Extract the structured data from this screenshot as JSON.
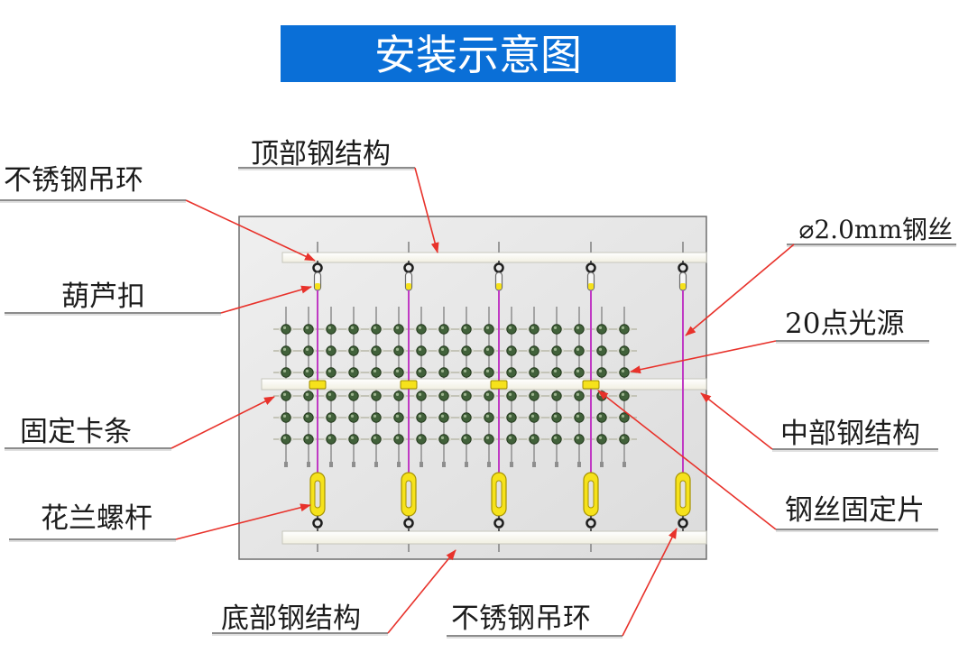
{
  "title": "安装示意图",
  "labels": {
    "top_ring": "不锈钢吊环",
    "top_structure": "顶部钢结构",
    "gourd_buckle": "葫芦扣",
    "fixing_strip": "固定卡条",
    "turnbuckle": "花兰螺杆",
    "bottom_structure": "底部钢结构",
    "bottom_ring": "不锈钢吊环",
    "steel_wire": "⌀2.0mm钢丝",
    "light_source": "20点光源",
    "middle_structure": "中部钢结构",
    "wire_fixing_plate": "钢丝固定片"
  },
  "colors": {
    "title_banner": "#0a6fd7",
    "leader": "#e8322b",
    "wire": "#c03ac4",
    "turnbuckle": "#f6e21b",
    "light_point": "#41613a"
  }
}
